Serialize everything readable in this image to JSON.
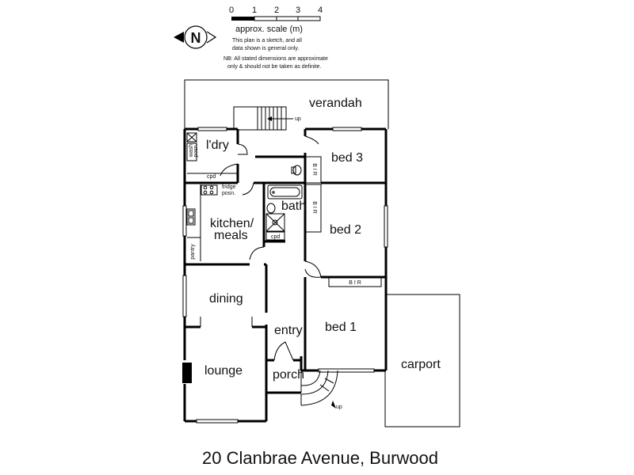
{
  "scale": {
    "ticks": [
      "0",
      "1",
      "2",
      "3",
      "4"
    ],
    "label": "approx. scale (m)"
  },
  "compass": {
    "letter": "N"
  },
  "notes": {
    "line1": "This plan is a sketch, and all",
    "line2": "data shown is general only.",
    "line3": "NB: All stated dimensions are approximate",
    "line4": "only & should not be taken as definite."
  },
  "rooms": {
    "verandah": "verandah",
    "laundry": "l'dry",
    "bed3": "bed 3",
    "bath": "bath",
    "bed2": "bed 2",
    "kitchen_line1": "kitchen/",
    "kitchen_line2": "meals",
    "dining": "dining",
    "entry": "entry",
    "bed1": "bed 1",
    "carport": "carport",
    "lounge": "lounge",
    "porch": "porch"
  },
  "fixtures": {
    "cpd": "cpd",
    "fridge_line1": "fridge",
    "fridge_line2": "posn.",
    "pantry": "pantry",
    "bir": "B I R",
    "up": "up",
    "wash_line1": "wash",
    "wash_line2": "posn."
  },
  "address": "20 Clanbrae Avenue, Burwood"
}
